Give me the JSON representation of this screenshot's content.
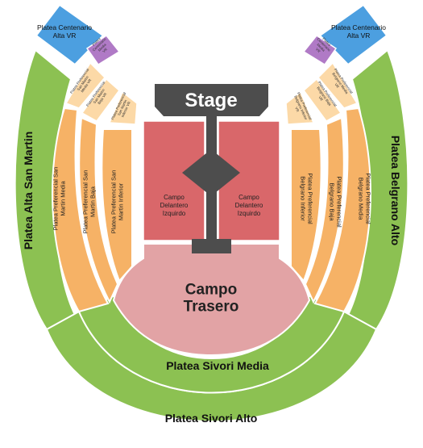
{
  "stage": {
    "label": "Stage"
  },
  "sections": {
    "campo_delantero_izq": "Campo Delantero Izquirdo",
    "campo_delantero_der": "Campo Delantero Izquirdo",
    "campo_trasero": "Campo Trasero",
    "platea_sivori_media": "Platea Sivori Media",
    "platea_sivori_alto": "Platea Sivori Alto",
    "platea_alta_san_martin": "Platea Alta San Martin",
    "platea_belgrano_alto": "Platea Belgrano Alto",
    "platea_centenario_alta_vr_left": "Platea Centenario Alta VR",
    "platea_centenario_alta_vr_right": "Platea Centenario Alta VR",
    "platea_centenario_media_vr_left": "Platea Centenario Media VR",
    "platea_centenario_media_vr_right": "Platea Centenario Media VR",
    "pref_san_martin_media": "Platea Preferencial San Martin Media",
    "pref_san_martin_baja": "Platea Preferencial San Martin Baja",
    "pref_san_martin_inferior": "Platea Preferencial San Martin Inferior",
    "pref_belgrano_inferior": "Platea Preferencial Belgrano Inferior",
    "pref_belgrano_baja": "Platea Preferencial Belgrano Baja",
    "pref_belgrano_media": "Platea Preferencial Belgrano Media",
    "pref_sm_media_vr": "Platea Preferencial San Martin Media VR",
    "pref_sm_baja_vr": "Platea Preferencial San Martin Baja VR",
    "pref_sm_inferior_vr": "Platea Preferencial San Martin Inferior VR",
    "pref_b_inferior_vr": "Platea Preferencial Belgrano Inferior VR",
    "pref_b_baja_vr": "Platea Preferencial Belgrano Baja VR",
    "pref_b_media_vr": "Platea Preferencial Belgrano Media VR"
  },
  "colors": {
    "green": "#8cc152",
    "orange": "#f6b266",
    "light_orange": "#fcd9a7",
    "red": "#d9676a",
    "pink": "#e2a3a5",
    "blue": "#4c9fe0",
    "purple": "#b07ac6",
    "stage": "#4d4d4d"
  }
}
